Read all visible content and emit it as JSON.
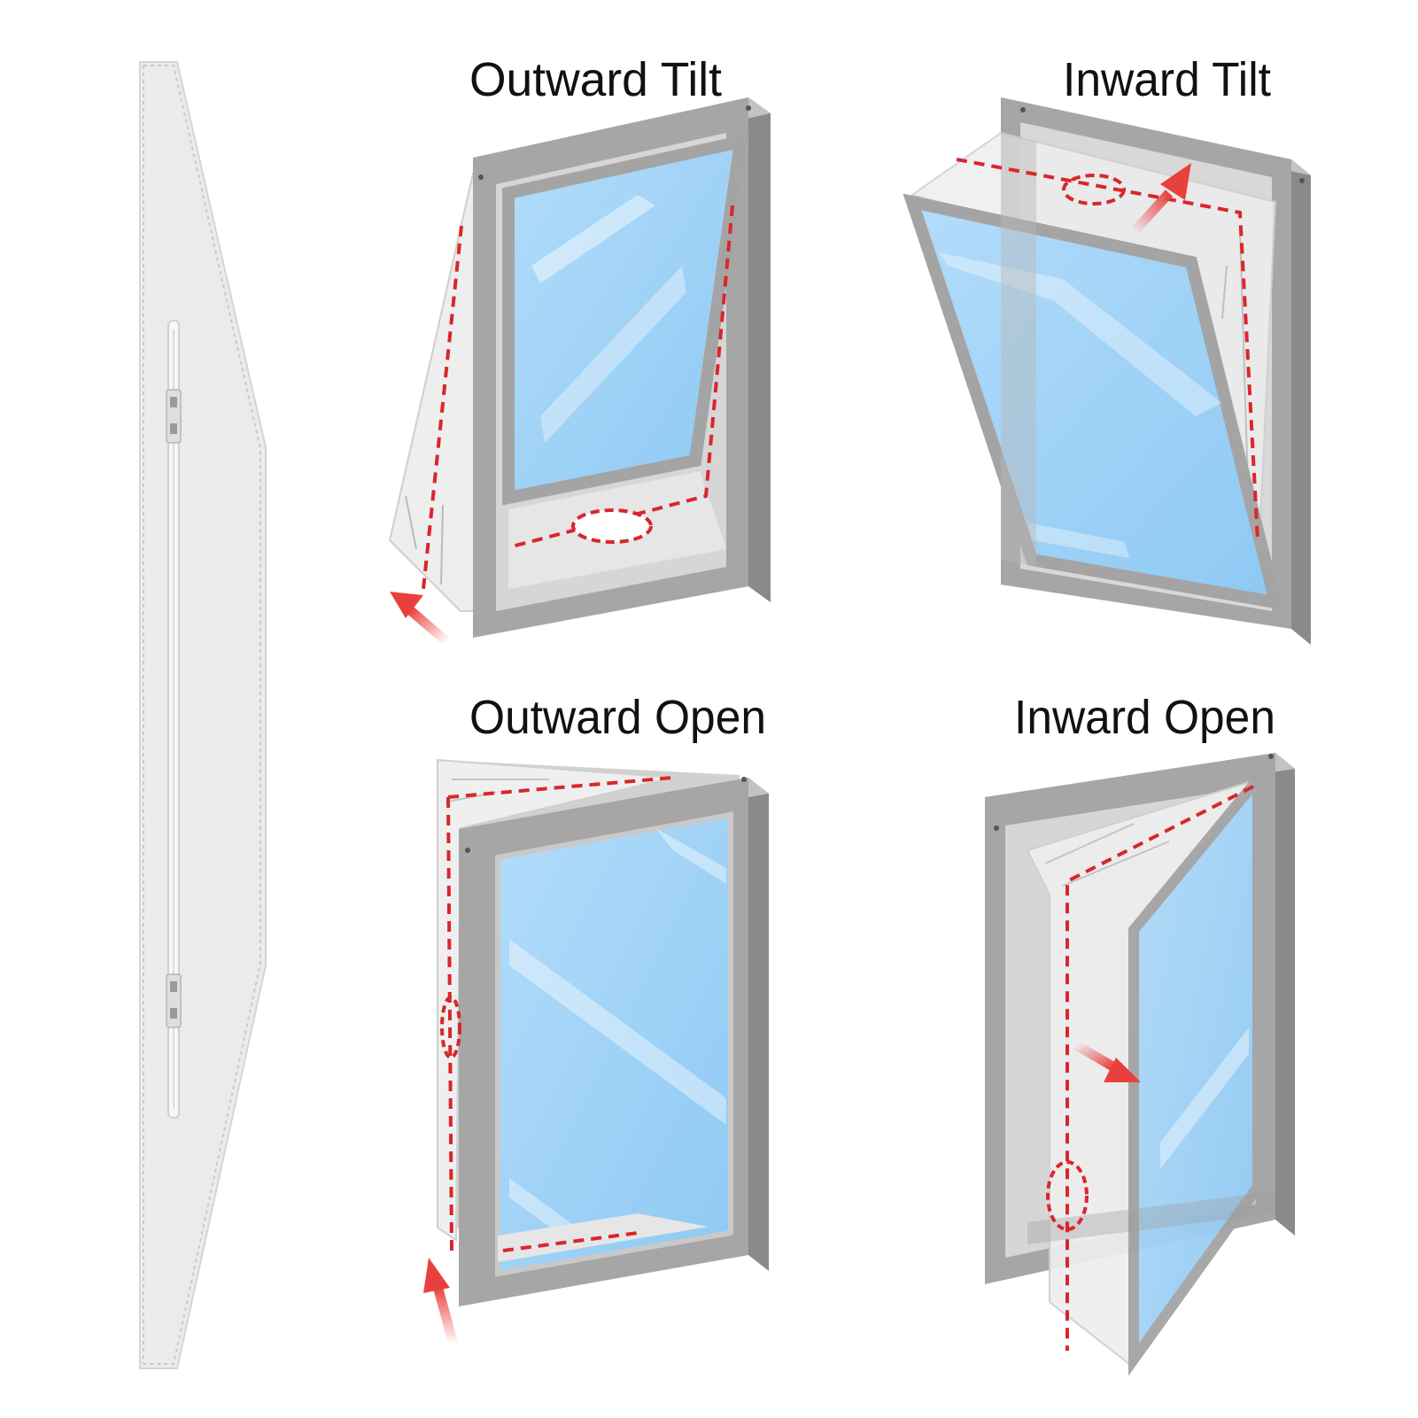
{
  "panels": [
    {
      "id": "outward-tilt",
      "label": "Outward Tilt"
    },
    {
      "id": "inward-tilt",
      "label": "Inward Tilt"
    },
    {
      "id": "outward-open",
      "label": "Outward Open"
    },
    {
      "id": "inward-open",
      "label": "Inward Open"
    }
  ],
  "colors": {
    "frame": "#a6a6a6",
    "frame_dark": "#888888",
    "glass": "#9fd2f7",
    "seal": "#e4e4e4",
    "dash": "#d9262c",
    "arrow": "#e8413d"
  },
  "icons": [
    "seal-sheet",
    "zipper",
    "hook-loop-fastener",
    "red-arrow"
  ]
}
